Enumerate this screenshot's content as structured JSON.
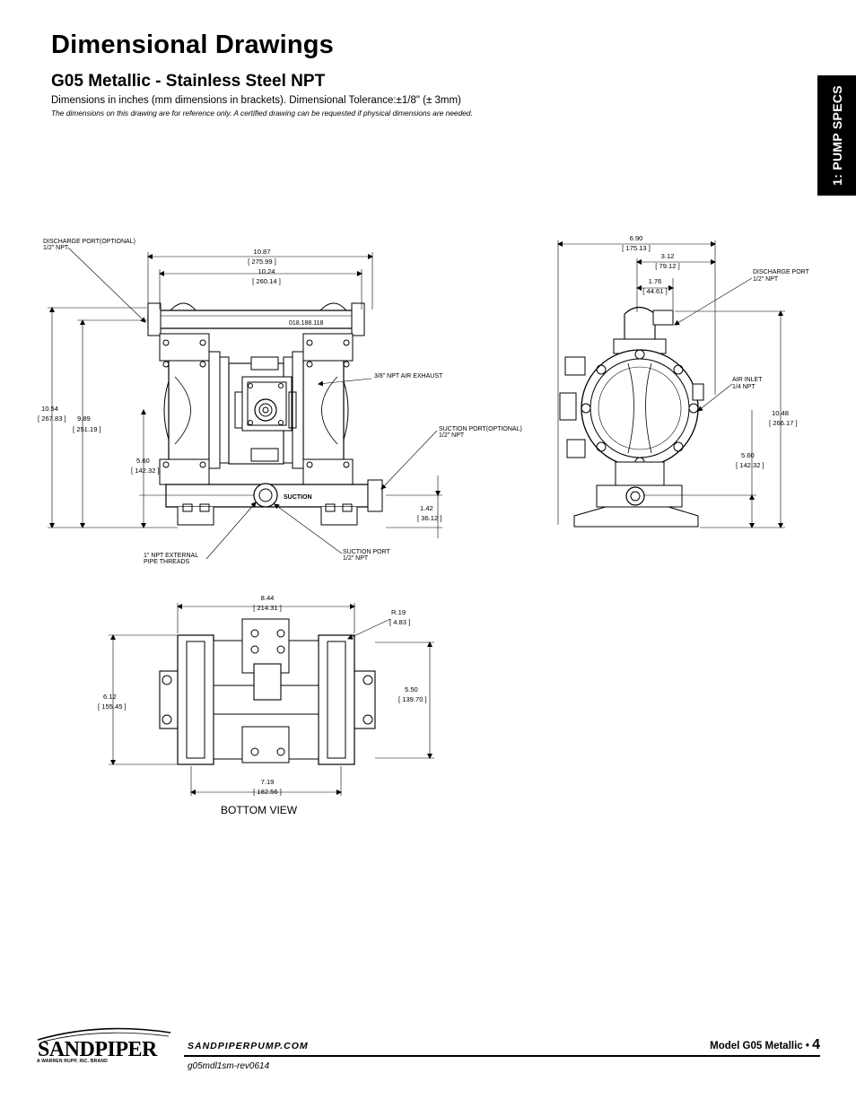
{
  "page": {
    "title": "Dimensional Drawings",
    "subtitle": "G05 Metallic - Stainless Steel NPT",
    "note_dimensions": "Dimensions in inches (mm dimensions in brackets).  Dimensional Tolerance:±1/8\" (± 3mm)",
    "note_reference": "The dimensions on this drawing are for reference only.  A certified drawing can be requested if physical dimensions are needed.",
    "side_tab": "1: PUMP SPECS"
  },
  "front_view": {
    "labels": {
      "discharge_port_optional_1": "DISCHARGE PORT(OPTIONAL)",
      "discharge_port_optional_2": "1/2\" NPT",
      "air_exhaust": "3/8\" NPT AIR EXHAUST",
      "suction_port_optional_1": "SUCTION PORT(OPTIONAL)",
      "suction_port_optional_2": "1/2\" NPT",
      "external_threads_1": "1\" NPT EXTERNAL",
      "external_threads_2": "PIPE THREADS",
      "suction_port_1": "SUCTION PORT",
      "suction_port_2": "1/2\" NPT",
      "manifold_text": "018.188.118",
      "suction_text": "SUCTION"
    },
    "dims": {
      "overall_width_in": "10.87",
      "overall_width_mm": "275.99",
      "port_width_in": "10.24",
      "port_width_mm": "260.14",
      "height_in": "10.54",
      "height_mm": "267.83",
      "port_height_in": "9.89",
      "port_height_mm": "251.19",
      "suction_height_in": "5.60",
      "suction_height_mm": "142.32",
      "suction_port_height_in": "1.42",
      "suction_port_height_mm": "36.12"
    }
  },
  "side_view": {
    "labels": {
      "discharge_port_1": "DISCHARGE PORT",
      "discharge_port_2": "1/2\" NPT",
      "air_inlet_1": "AIR INLET",
      "air_inlet_2": "1/4 NPT"
    },
    "dims": {
      "depth_in": "6.90",
      "depth_mm": "175.13",
      "half_depth_in": "3.12",
      "half_depth_mm": "79.12",
      "port_offset_in": "1.76",
      "port_offset_mm": "44.61",
      "height_in": "10.48",
      "height_mm": "266.17",
      "suction_height_in": "5.60",
      "suction_height_mm": "142.32"
    }
  },
  "bottom_view": {
    "caption": "BOTTOM VIEW",
    "dims": {
      "width_in": "8.44",
      "width_mm": "214.31",
      "radius_in": "R.19",
      "radius_mm": "4.83",
      "depth_in": "6.12",
      "depth_mm": "155.45",
      "mount_depth_in": "5.50",
      "mount_depth_mm": "139.70",
      "mount_width_in": "7.19",
      "mount_width_mm": "182.56"
    }
  },
  "footer": {
    "logo_text": "SANDPIPER",
    "logo_tagline": "A WARREN RUPP, INC. BRAND",
    "website": "SANDPIPERPUMP.COM",
    "doc_number": "g05mdl1sm-rev0614",
    "model_label": "Model G05 Metallic •",
    "page_number": "4"
  }
}
